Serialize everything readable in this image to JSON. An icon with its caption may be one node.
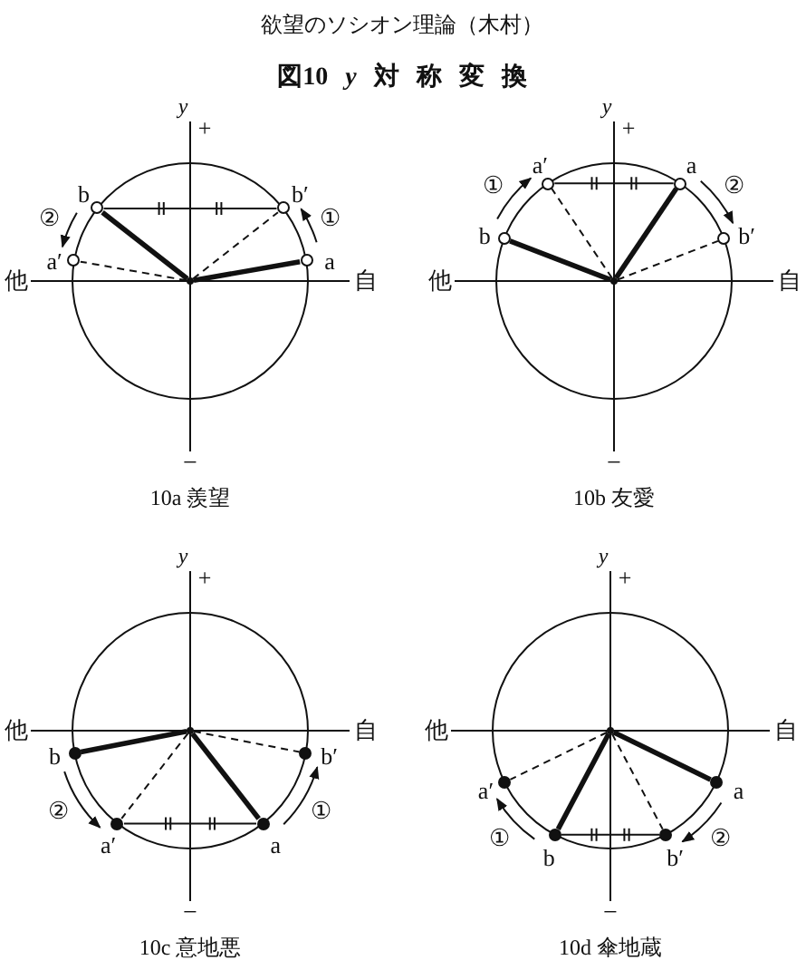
{
  "diagram": {
    "title": "図10 *y* 対 称 変 換",
    "nodes": [
      {
        "text": [],
        "shape": "dot"
      },
      {
        "text": [],
        "shape": "circle",
        "beside": [
          "a"
        ]
      },
      {
        "text": [],
        "shape": "circle",
        "beside": [
          "b"
        ]
      },
      {
        "text": [],
        "shape": "circle",
        "beside": [
          "a′"
        ]
      },
      {
        "text": [],
        "shape": "circle",
        "beside": [
          "b′"
        ]
      },
      {
        "text": [],
        "shape": "dot"
      },
      {
        "text": [],
        "shape": "circle",
        "beside": [
          "a"
        ]
      },
      {
        "text": [],
        "shape": "circle",
        "beside": [
          "b"
        ]
      },
      {
        "text": [],
        "shape": "circle",
        "beside": [
          "a′"
        ]
      },
      {
        "text": [],
        "shape": "circle",
        "beside": [
          "b′"
        ]
      },
      {
        "text": [],
        "shape": "dot"
      },
      {
        "text": [],
        "shape": "circle",
        "beside": [
          "a"
        ]
      },
      {
        "text": [],
        "shape": "circle",
        "beside": [
          "b"
        ]
      },
      {
        "text": [],
        "shape": "circle",
        "beside": [
          "a′"
        ]
      },
      {
        "text": [],
        "shape": "circle",
        "beside": [
          "b′"
        ]
      },
      {
        "text": [],
        "shape": "dot"
      },
      {
        "text": [],
        "shape": "circle",
        "beside": [
          "a"
        ]
      },
      {
        "text": [],
        "shape": "circle",
        "beside": [
          "b"
        ]
      },
      {
        "text": [],
        "shape": "circle",
        "beside": [
          "a′"
        ]
      },
      {
        "text": [],
        "shape": "circle",
        "beside": [
          "b′"
        ]
      }
    ],
    "edges": [
      {
        "from": 0,
        "to": 1,
        "arrow": "none",
        "style": "thick"
      },
      {
        "from": 0,
        "to": 2,
        "arrow": "none",
        "style": "thick"
      },
      {
        "from": 0,
        "to": 3,
        "arrow": "none",
        "style": "dashed"
      },
      {
        "from": 0,
        "to": 4,
        "arrow": "none",
        "style": "dashed"
      },
      {
        "from": 2,
        "to": 4,
        "arrow": "none"
      },
      {
        "from": 1,
        "to": 4,
        "arrow": "to",
        "label": "①"
      },
      {
        "from": 2,
        "to": 3,
        "arrow": "to",
        "label": "②"
      },
      {
        "from": 5,
        "to": 6,
        "arrow": "none",
        "style": "thick"
      },
      {
        "from": 5,
        "to": 7,
        "arrow": "none",
        "style": "thick"
      },
      {
        "from": 5,
        "to": 8,
        "arrow": "none",
        "style": "dashed"
      },
      {
        "from": 5,
        "to": 9,
        "arrow": "none",
        "style": "dashed"
      },
      {
        "from": 8,
        "to": 6,
        "arrow": "none"
      },
      {
        "from": 7,
        "to": 8,
        "arrow": "to",
        "label": "①"
      },
      {
        "from": 6,
        "to": 9,
        "arrow": "to",
        "label": "②"
      },
      {
        "from": 10,
        "to": 11,
        "arrow": "none",
        "style": "thick"
      },
      {
        "from": 10,
        "to": 12,
        "arrow": "none",
        "style": "thick"
      },
      {
        "from": 10,
        "to": 13,
        "arrow": "none",
        "style": "dashed"
      },
      {
        "from": 10,
        "to": 14,
        "arrow": "none",
        "style": "dashed"
      },
      {
        "from": 13,
        "to": 11,
        "arrow": "none"
      },
      {
        "from": 11,
        "to": 14,
        "arrow": "to",
        "label": "①"
      },
      {
        "from": 12,
        "to": 13,
        "arrow": "to",
        "label": "②"
      },
      {
        "from": 15,
        "to": 16,
        "arrow": "none",
        "style": "thick"
      },
      {
        "from": 15,
        "to": 17,
        "arrow": "none",
        "style": "thick"
      },
      {
        "from": 15,
        "to": 18,
        "arrow": "none",
        "style": "dashed"
      },
      {
        "from": 15,
        "to": 19,
        "arrow": "none",
        "style": "dashed"
      },
      {
        "from": 17,
        "to": 19,
        "arrow": "none"
      },
      {
        "from": 17,
        "to": 18,
        "arrow": "to",
        "label": "①"
      },
      {
        "from": 16,
        "to": 19,
        "arrow": "to",
        "label": "②"
      }
    ],
    "labels": [
      "欲望のソシオン理論（木村）",
      "y",
      "+",
      "他",
      "自",
      "−",
      "10a 羨望",
      "y",
      "+",
      "他",
      "自",
      "−",
      "10b 友愛",
      "y",
      "+",
      "他",
      "自",
      "−",
      "10c 意地悪",
      "y",
      "+",
      "他",
      "自",
      "−",
      "10d 傘地蔵"
    ]
  }
}
